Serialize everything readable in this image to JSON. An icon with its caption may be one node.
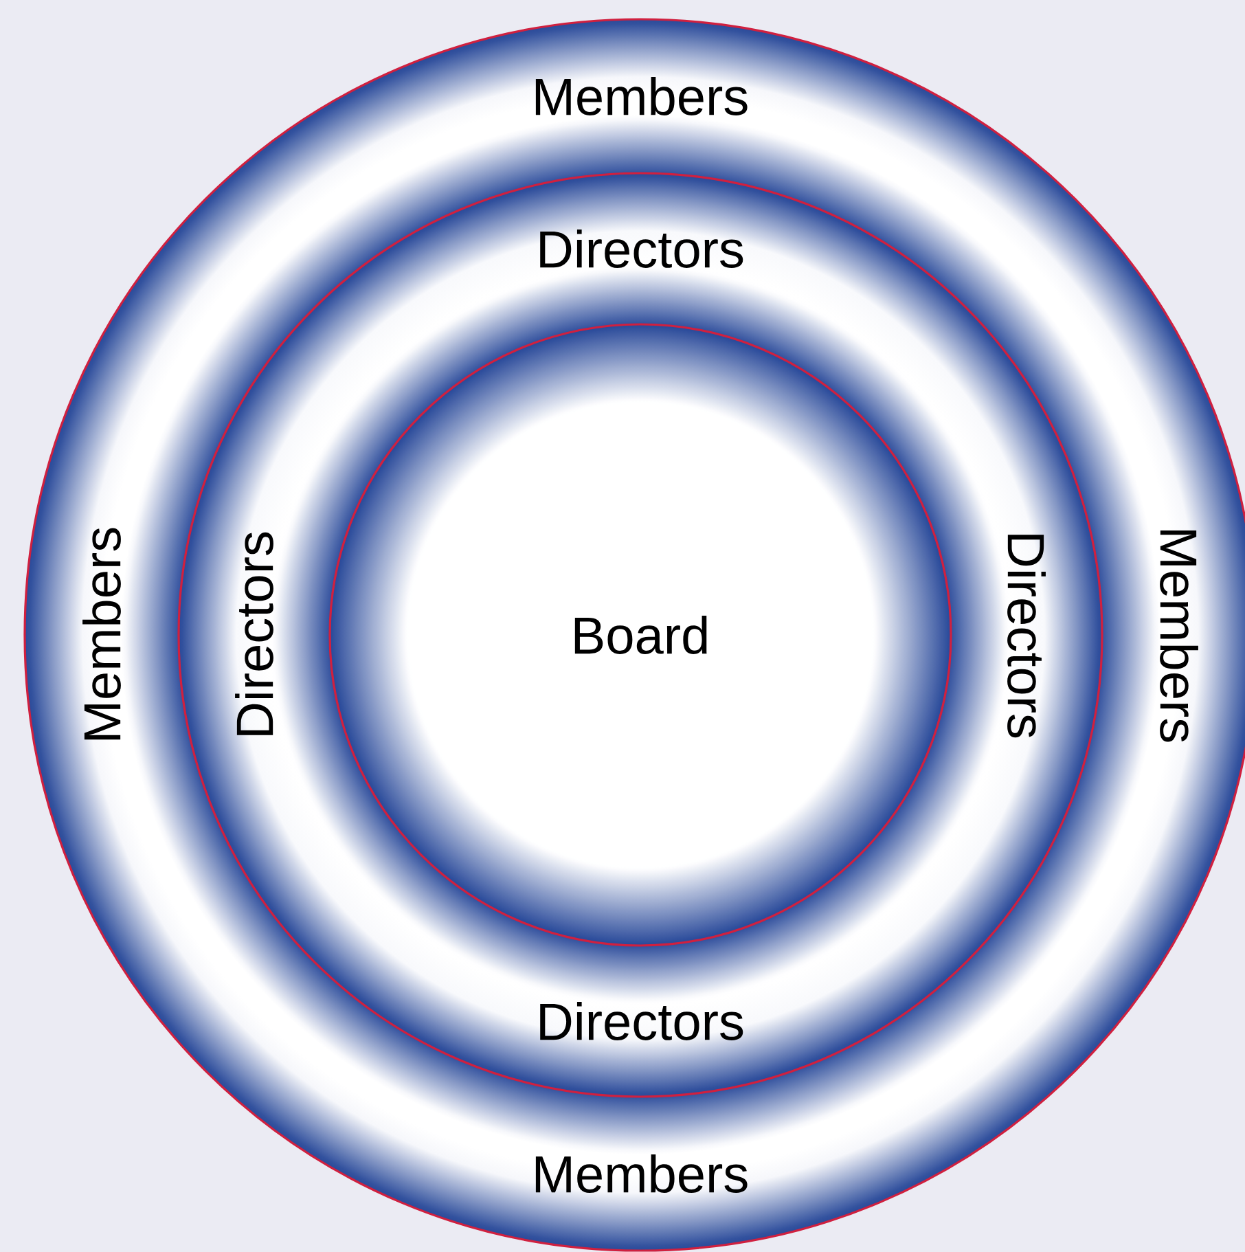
{
  "diagram": {
    "nodes": [
      {
        "text": [
          "Members",
          "Members",
          "Members",
          "Members"
        ]
      },
      {
        "text": [
          "Directors",
          "Directors",
          "Directors",
          "Directors"
        ],
        "in": 0
      },
      {
        "text": [
          "Board"
        ],
        "in": 1
      }
    ]
  }
}
